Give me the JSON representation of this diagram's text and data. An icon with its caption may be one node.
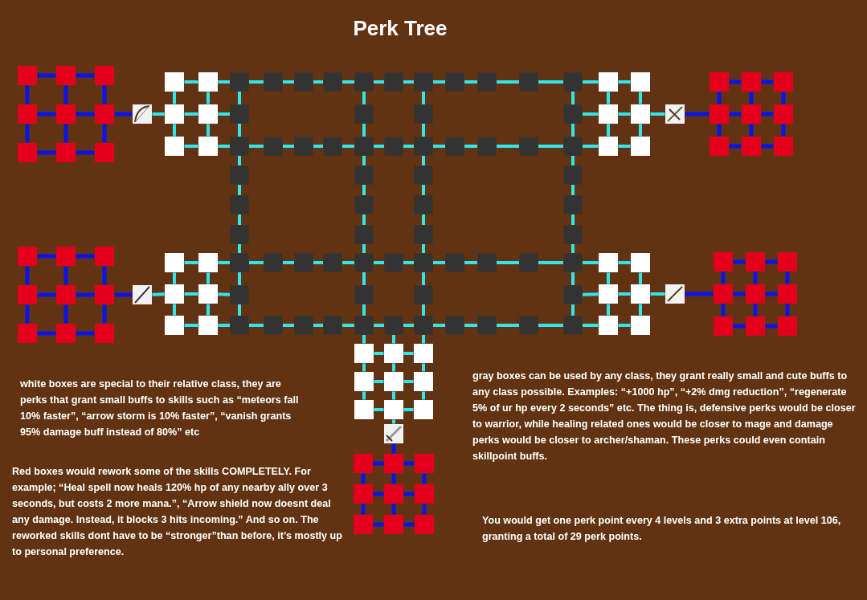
{
  "diagram": {
    "title": "Perk Tree",
    "nodes": [
      {
        "text": [],
        "shape": "box"
      },
      {
        "text": [],
        "shape": "box"
      },
      {
        "text": [],
        "shape": "box"
      },
      {
        "text": [],
        "shape": "box"
      },
      {
        "text": [],
        "shape": "box"
      },
      {
        "text": [],
        "shape": "box"
      },
      {
        "text": [],
        "shape": "box"
      },
      {
        "text": [],
        "shape": "box"
      },
      {
        "text": [],
        "shape": "box"
      },
      {
        "text": [],
        "shape": "picture"
      },
      {
        "text": [],
        "shape": "box"
      },
      {
        "text": [],
        "shape": "box"
      },
      {
        "text": [],
        "shape": "box"
      },
      {
        "text": [],
        "shape": "box"
      },
      {
        "text": [],
        "shape": "box"
      },
      {
        "text": [],
        "shape": "box"
      },
      {
        "text": [],
        "shape": "box"
      },
      {
        "text": [],
        "shape": "box"
      },
      {
        "text": [],
        "shape": "box"
      },
      {
        "text": [],
        "shape": "box"
      },
      {
        "text": [],
        "shape": "box"
      },
      {
        "text": [],
        "shape": "box"
      },
      {
        "text": [],
        "shape": "box"
      },
      {
        "text": [],
        "shape": "box"
      },
      {
        "text": [],
        "shape": "box"
      },
      {
        "text": [],
        "shape": "box"
      },
      {
        "text": [],
        "shape": "box"
      },
      {
        "text": [],
        "shape": "box"
      },
      {
        "text": [],
        "shape": "box"
      },
      {
        "text": [],
        "shape": "box"
      },
      {
        "text": [],
        "shape": "box"
      },
      {
        "text": [],
        "shape": "box"
      },
      {
        "text": [],
        "shape": "box"
      },
      {
        "text": [],
        "shape": "box"
      },
      {
        "text": [],
        "shape": "box"
      },
      {
        "text": [],
        "shape": "box"
      },
      {
        "text": [],
        "shape": "box"
      },
      {
        "text": [],
        "shape": "box"
      },
      {
        "text": [],
        "shape": "box"
      },
      {
        "text": [],
        "shape": "box"
      },
      {
        "text": [],
        "shape": "box"
      },
      {
        "text": [],
        "shape": "box"
      },
      {
        "text": [],
        "shape": "box"
      },
      {
        "text": [],
        "shape": "box"
      },
      {
        "text": [],
        "shape": "box"
      },
      {
        "text": [],
        "shape": "box"
      },
      {
        "text": [],
        "shape": "box"
      },
      {
        "text": [],
        "shape": "box"
      },
      {
        "text": [],
        "shape": "box"
      },
      {
        "text": [],
        "shape": "box"
      },
      {
        "text": [],
        "shape": "box"
      },
      {
        "text": [],
        "shape": "box"
      },
      {
        "text": [],
        "shape": "box"
      },
      {
        "text": [],
        "shape": "box"
      },
      {
        "text": [],
        "shape": "box"
      },
      {
        "text": [],
        "shape": "box"
      },
      {
        "text": [],
        "shape": "box"
      },
      {
        "text": [],
        "shape": "box"
      },
      {
        "text": [],
        "shape": "box"
      },
      {
        "text": [],
        "shape": "box"
      },
      {
        "text": [],
        "shape": "box"
      },
      {
        "text": [],
        "shape": "box"
      },
      {
        "text": [],
        "shape": "box"
      },
      {
        "text": [],
        "shape": "box"
      },
      {
        "text": [],
        "shape": "box"
      },
      {
        "text": [],
        "shape": "box"
      },
      {
        "text": [],
        "shape": "box"
      },
      {
        "text": [],
        "shape": "box"
      },
      {
        "text": [],
        "shape": "box"
      },
      {
        "text": [],
        "shape": "box"
      },
      {
        "text": [],
        "shape": "box"
      },
      {
        "text": [],
        "shape": "box"
      },
      {
        "text": [],
        "shape": "box"
      },
      {
        "text": [],
        "shape": "box"
      },
      {
        "text": [],
        "shape": "box"
      },
      {
        "text": [],
        "shape": "box"
      },
      {
        "text": [],
        "shape": "box"
      },
      {
        "text": [],
        "shape": "box"
      },
      {
        "text": [],
        "shape": "box"
      },
      {
        "text": [],
        "shape": "box"
      },
      {
        "text": [],
        "shape": "box"
      },
      {
        "text": [],
        "shape": "box"
      },
      {
        "text": [],
        "shape": "box"
      },
      {
        "text": [],
        "shape": "box"
      },
      {
        "text": [],
        "shape": "box"
      },
      {
        "text": [],
        "shape": "box"
      },
      {
        "text": [],
        "shape": "picture"
      },
      {
        "text": [],
        "shape": "box"
      },
      {
        "text": [],
        "shape": "box"
      },
      {
        "text": [],
        "shape": "box"
      },
      {
        "text": [],
        "shape": "box"
      },
      {
        "text": [],
        "shape": "box"
      },
      {
        "text": [],
        "shape": "box"
      },
      {
        "text": [],
        "shape": "box"
      },
      {
        "text": [],
        "shape": "box"
      },
      {
        "text": [],
        "shape": "box"
      },
      {
        "text": [],
        "shape": "box"
      },
      {
        "text": [],
        "shape": "box"
      },
      {
        "text": [],
        "shape": "box"
      },
      {
        "text": [],
        "shape": "box"
      },
      {
        "text": [],
        "shape": "box"
      },
      {
        "text": [],
        "shape": "box"
      },
      {
        "text": [],
        "shape": "box"
      },
      {
        "text": [],
        "shape": "box"
      },
      {
        "text": [],
        "shape": "box"
      },
      {
        "text": [],
        "shape": "picture"
      },
      {
        "text": [],
        "shape": "box"
      },
      {
        "text": [],
        "shape": "box"
      },
      {
        "text": [],
        "shape": "box"
      },
      {
        "text": [],
        "shape": "box"
      },
      {
        "text": [],
        "shape": "box"
      },
      {
        "text": [],
        "shape": "box"
      },
      {
        "text": [],
        "shape": "box"
      },
      {
        "text": [],
        "shape": "box"
      },
      {
        "text": [],
        "shape": "box"
      },
      {
        "text": [],
        "shape": "box"
      },
      {
        "text": [],
        "shape": "box"
      },
      {
        "text": [],
        "shape": "box"
      },
      {
        "text": [],
        "shape": "picture"
      },
      {
        "text": [],
        "shape": "box"
      },
      {
        "text": [],
        "shape": "box"
      },
      {
        "text": [],
        "shape": "box"
      },
      {
        "text": [],
        "shape": "box"
      },
      {
        "text": [],
        "shape": "box"
      },
      {
        "text": [],
        "shape": "box"
      },
      {
        "text": [],
        "shape": "box"
      },
      {
        "text": [],
        "shape": "box"
      },
      {
        "text": [],
        "shape": "box"
      },
      {
        "text": [],
        "shape": "box"
      },
      {
        "text": [],
        "shape": "box"
      },
      {
        "text": [],
        "shape": "box"
      },
      {
        "text": [],
        "shape": "box"
      },
      {
        "text": [],
        "shape": "box"
      },
      {
        "text": [],
        "shape": "box"
      },
      {
        "text": [],
        "shape": "box"
      },
      {
        "text": [],
        "shape": "box"
      },
      {
        "text": [],
        "shape": "box"
      },
      {
        "text": [],
        "shape": "picture"
      },
      {
        "text": [],
        "shape": "box"
      },
      {
        "text": [],
        "shape": "box"
      },
      {
        "text": [],
        "shape": "box"
      },
      {
        "text": [],
        "shape": "box"
      },
      {
        "text": [],
        "shape": "box"
      },
      {
        "text": [],
        "shape": "box"
      },
      {
        "text": [],
        "shape": "box"
      },
      {
        "text": [],
        "shape": "box"
      },
      {
        "text": [],
        "shape": "box"
      }
    ],
    "edges": [
      {
        "from": 0,
        "to": 1,
        "arrow": "none",
        "color": "#0a14e6"
      },
      {
        "from": 1,
        "to": 2,
        "arrow": "none",
        "color": "#0a14e6"
      },
      {
        "from": 3,
        "to": 4,
        "arrow": "none",
        "color": "#0a14e6"
      },
      {
        "from": 4,
        "to": 5,
        "arrow": "none",
        "color": "#0a14e6"
      },
      {
        "from": 6,
        "to": 7,
        "arrow": "none",
        "color": "#0a14e6"
      },
      {
        "from": 7,
        "to": 8,
        "arrow": "none",
        "color": "#0a14e6"
      },
      {
        "from": 0,
        "to": 3,
        "arrow": "none",
        "color": "#0a14e6"
      },
      {
        "from": 3,
        "to": 6,
        "arrow": "none",
        "color": "#0a14e6"
      },
      {
        "from": 1,
        "to": 4,
        "arrow": "none",
        "color": "#0a14e6"
      },
      {
        "from": 4,
        "to": 7,
        "arrow": "none",
        "color": "#0a14e6"
      },
      {
        "from": 2,
        "to": 5,
        "arrow": "none",
        "color": "#0a14e6"
      },
      {
        "from": 5,
        "to": 8,
        "arrow": "none",
        "color": "#0a14e6"
      },
      {
        "from": 5,
        "to": 9,
        "arrow": "none",
        "color": "#0a14e6"
      },
      {
        "from": 9,
        "to": 12,
        "arrow": "none"
      },
      {
        "from": 10,
        "to": 11,
        "arrow": "none"
      },
      {
        "from": 12,
        "to": 13,
        "arrow": "none"
      },
      {
        "from": 14,
        "to": 15,
        "arrow": "none"
      },
      {
        "from": 10,
        "to": 12,
        "arrow": "none"
      },
      {
        "from": 12,
        "to": 14,
        "arrow": "none"
      },
      {
        "from": 11,
        "to": 13,
        "arrow": "none"
      },
      {
        "from": 13,
        "to": 15,
        "arrow": "none"
      },
      {
        "from": 11,
        "to": 16,
        "arrow": "none"
      },
      {
        "from": 13,
        "to": 27,
        "arrow": "none"
      },
      {
        "from": 15,
        "to": 31,
        "arrow": "none"
      },
      {
        "from": 16,
        "to": 17,
        "arrow": "none"
      },
      {
        "from": 17,
        "to": 18,
        "arrow": "none"
      },
      {
        "from": 18,
        "to": 19,
        "arrow": "none"
      },
      {
        "from": 19,
        "to": 20,
        "arrow": "none"
      },
      {
        "from": 20,
        "to": 21,
        "arrow": "none"
      },
      {
        "from": 21,
        "to": 22,
        "arrow": "none"
      },
      {
        "from": 22,
        "to": 23,
        "arrow": "none"
      },
      {
        "from": 23,
        "to": 24,
        "arrow": "none"
      },
      {
        "from": 24,
        "to": 25,
        "arrow": "none"
      },
      {
        "from": 25,
        "to": 26,
        "arrow": "none"
      },
      {
        "from": 16,
        "to": 27,
        "arrow": "none"
      },
      {
        "from": 20,
        "to": 28,
        "arrow": "none"
      },
      {
        "from": 22,
        "to": 29,
        "arrow": "none"
      },
      {
        "from": 26,
        "to": 30,
        "arrow": "none"
      },
      {
        "from": 27,
        "to": 31,
        "arrow": "none"
      },
      {
        "from": 28,
        "to": 35,
        "arrow": "none"
      },
      {
        "from": 29,
        "to": 37,
        "arrow": "none"
      },
      {
        "from": 30,
        "to": 41,
        "arrow": "none"
      },
      {
        "from": 31,
        "to": 32,
        "arrow": "none"
      },
      {
        "from": 32,
        "to": 33,
        "arrow": "none"
      },
      {
        "from": 33,
        "to": 34,
        "arrow": "none"
      },
      {
        "from": 34,
        "to": 35,
        "arrow": "none"
      },
      {
        "from": 35,
        "to": 36,
        "arrow": "none"
      },
      {
        "from": 36,
        "to": 37,
        "arrow": "none"
      },
      {
        "from": 37,
        "to": 38,
        "arrow": "none"
      },
      {
        "from": 38,
        "to": 39,
        "arrow": "none"
      },
      {
        "from": 39,
        "to": 40,
        "arrow": "none"
      },
      {
        "from": 40,
        "to": 41,
        "arrow": "none"
      },
      {
        "from": 31,
        "to": 42,
        "arrow": "none"
      },
      {
        "from": 42,
        "to": 43,
        "arrow": "none"
      },
      {
        "from": 43,
        "to": 44,
        "arrow": "none"
      },
      {
        "from": 44,
        "to": 54,
        "arrow": "none"
      },
      {
        "from": 35,
        "to": 45,
        "arrow": "none"
      },
      {
        "from": 45,
        "to": 46,
        "arrow": "none"
      },
      {
        "from": 46,
        "to": 47,
        "arrow": "none"
      },
      {
        "from": 47,
        "to": 58,
        "arrow": "none"
      },
      {
        "from": 37,
        "to": 48,
        "arrow": "none"
      },
      {
        "from": 48,
        "to": 49,
        "arrow": "none"
      },
      {
        "from": 49,
        "to": 50,
        "arrow": "none"
      },
      {
        "from": 50,
        "to": 60,
        "arrow": "none"
      },
      {
        "from": 41,
        "to": 51,
        "arrow": "none"
      },
      {
        "from": 51,
        "to": 52,
        "arrow": "none"
      },
      {
        "from": 52,
        "to": 53,
        "arrow": "none"
      },
      {
        "from": 53,
        "to": 64,
        "arrow": "none"
      },
      {
        "from": 54,
        "to": 55,
        "arrow": "none"
      },
      {
        "from": 55,
        "to": 56,
        "arrow": "none"
      },
      {
        "from": 56,
        "to": 57,
        "arrow": "none"
      },
      {
        "from": 57,
        "to": 58,
        "arrow": "none"
      },
      {
        "from": 58,
        "to": 59,
        "arrow": "none"
      },
      {
        "from": 59,
        "to": 60,
        "arrow": "none"
      },
      {
        "from": 60,
        "to": 61,
        "arrow": "none"
      },
      {
        "from": 61,
        "to": 62,
        "arrow": "none"
      },
      {
        "from": 62,
        "to": 63,
        "arrow": "none"
      },
      {
        "from": 63,
        "to": 64,
        "arrow": "none"
      },
      {
        "from": 54,
        "to": 65,
        "arrow": "none"
      },
      {
        "from": 58,
        "to": 66,
        "arrow": "none"
      },
      {
        "from": 60,
        "to": 67,
        "arrow": "none"
      },
      {
        "from": 64,
        "to": 68,
        "arrow": "none"
      },
      {
        "from": 65,
        "to": 69,
        "arrow": "none"
      },
      {
        "from": 66,
        "to": 73,
        "arrow": "none"
      },
      {
        "from": 67,
        "to": 75,
        "arrow": "none"
      },
      {
        "from": 68,
        "to": 79,
        "arrow": "none"
      },
      {
        "from": 69,
        "to": 70,
        "arrow": "none"
      },
      {
        "from": 70,
        "to": 71,
        "arrow": "none"
      },
      {
        "from": 71,
        "to": 72,
        "arrow": "none"
      },
      {
        "from": 72,
        "to": 73,
        "arrow": "none"
      },
      {
        "from": 73,
        "to": 74,
        "arrow": "none"
      },
      {
        "from": 74,
        "to": 75,
        "arrow": "none"
      },
      {
        "from": 75,
        "to": 76,
        "arrow": "none"
      },
      {
        "from": 76,
        "to": 77,
        "arrow": "none"
      },
      {
        "from": 77,
        "to": 78,
        "arrow": "none"
      },
      {
        "from": 78,
        "to": 79,
        "arrow": "none"
      },
      {
        "from": 26,
        "to": 80,
        "arrow": "none"
      },
      {
        "from": 30,
        "to": 82,
        "arrow": "none"
      },
      {
        "from": 41,
        "to": 84,
        "arrow": "none"
      },
      {
        "from": 80,
        "to": 81,
        "arrow": "none"
      },
      {
        "from": 82,
        "to": 83,
        "arrow": "none"
      },
      {
        "from": 84,
        "to": 85,
        "arrow": "none"
      },
      {
        "from": 80,
        "to": 82,
        "arrow": "none"
      },
      {
        "from": 82,
        "to": 84,
        "arrow": "none"
      },
      {
        "from": 81,
        "to": 83,
        "arrow": "none"
      },
      {
        "from": 83,
        "to": 85,
        "arrow": "none"
      },
      {
        "from": 83,
        "to": 86,
        "arrow": "none"
      },
      {
        "from": 86,
        "to": 90,
        "arrow": "none",
        "color": "#0a14e6"
      },
      {
        "from": 87,
        "to": 88,
        "arrow": "none",
        "color": "#0a14e6"
      },
      {
        "from": 88,
        "to": 89,
        "arrow": "none",
        "color": "#0a14e6"
      },
      {
        "from": 90,
        "to": 91,
        "arrow": "none",
        "color": "#0a14e6"
      },
      {
        "from": 91,
        "to": 92,
        "arrow": "none",
        "color": "#0a14e6"
      },
      {
        "from": 93,
        "to": 94,
        "arrow": "none",
        "color": "#0a14e6"
      },
      {
        "from": 94,
        "to": 95,
        "arrow": "none",
        "color": "#0a14e6"
      },
      {
        "from": 87,
        "to": 90,
        "arrow": "none",
        "color": "#0a14e6"
      },
      {
        "from": 90,
        "to": 93,
        "arrow": "none",
        "color": "#0a14e6"
      },
      {
        "from": 88,
        "to": 91,
        "arrow": "none",
        "color": "#0a14e6"
      },
      {
        "from": 91,
        "to": 94,
        "arrow": "none",
        "color": "#0a14e6"
      },
      {
        "from": 89,
        "to": 92,
        "arrow": "none",
        "color": "#0a14e6"
      },
      {
        "from": 92,
        "to": 95,
        "arrow": "none",
        "color": "#0a14e6"
      },
      {
        "from": 96,
        "to": 97,
        "arrow": "none",
        "color": "#0a14e6"
      },
      {
        "from": 97,
        "to": 98,
        "arrow": "none",
        "color": "#0a14e6"
      },
      {
        "from": 99,
        "to": 100,
        "arrow": "none",
        "color": "#0a14e6"
      },
      {
        "from": 100,
        "to": 101,
        "arrow": "none",
        "color": "#0a14e6"
      },
      {
        "from": 102,
        "to": 103,
        "arrow": "none",
        "color": "#0a14e6"
      },
      {
        "from": 103,
        "to": 104,
        "arrow": "none",
        "color": "#0a14e6"
      },
      {
        "from": 96,
        "to": 99,
        "arrow": "none",
        "color": "#0a14e6"
      },
      {
        "from": 99,
        "to": 102,
        "arrow": "none",
        "color": "#0a14e6"
      },
      {
        "from": 97,
        "to": 100,
        "arrow": "none",
        "color": "#0a14e6"
      },
      {
        "from": 100,
        "to": 103,
        "arrow": "none",
        "color": "#0a14e6"
      },
      {
        "from": 98,
        "to": 101,
        "arrow": "none",
        "color": "#0a14e6"
      },
      {
        "from": 101,
        "to": 104,
        "arrow": "none",
        "color": "#0a14e6"
      },
      {
        "from": 101,
        "to": 105,
        "arrow": "none",
        "color": "#0a14e6"
      },
      {
        "from": 105,
        "to": 108,
        "arrow": "none"
      },
      {
        "from": 106,
        "to": 107,
        "arrow": "none"
      },
      {
        "from": 108,
        "to": 109,
        "arrow": "none"
      },
      {
        "from": 110,
        "to": 111,
        "arrow": "none"
      },
      {
        "from": 106,
        "to": 108,
        "arrow": "none"
      },
      {
        "from": 108,
        "to": 110,
        "arrow": "none"
      },
      {
        "from": 107,
        "to": 109,
        "arrow": "none"
      },
      {
        "from": 109,
        "to": 111,
        "arrow": "none"
      },
      {
        "from": 107,
        "to": 54,
        "arrow": "none"
      },
      {
        "from": 109,
        "to": 65,
        "arrow": "none"
      },
      {
        "from": 111,
        "to": 69,
        "arrow": "none"
      },
      {
        "from": 64,
        "to": 112,
        "arrow": "none"
      },
      {
        "from": 68,
        "to": 114,
        "arrow": "none"
      },
      {
        "from": 79,
        "to": 116,
        "arrow": "none"
      },
      {
        "from": 112,
        "to": 113,
        "arrow": "none"
      },
      {
        "from": 114,
        "to": 115,
        "arrow": "none"
      },
      {
        "from": 116,
        "to": 117,
        "arrow": "none"
      },
      {
        "from": 112,
        "to": 114,
        "arrow": "none"
      },
      {
        "from": 114,
        "to": 116,
        "arrow": "none"
      },
      {
        "from": 113,
        "to": 115,
        "arrow": "none"
      },
      {
        "from": 115,
        "to": 117,
        "arrow": "none"
      },
      {
        "from": 115,
        "to": 118,
        "arrow": "none"
      },
      {
        "from": 118,
        "to": 122,
        "arrow": "none",
        "color": "#0a14e6"
      },
      {
        "from": 119,
        "to": 120,
        "arrow": "none",
        "color": "#0a14e6"
      },
      {
        "from": 120,
        "to": 121,
        "arrow": "none",
        "color": "#0a14e6"
      },
      {
        "from": 122,
        "to": 123,
        "arrow": "none",
        "color": "#0a14e6"
      },
      {
        "from": 123,
        "to": 124,
        "arrow": "none",
        "color": "#0a14e6"
      },
      {
        "from": 125,
        "to": 126,
        "arrow": "none",
        "color": "#0a14e6"
      },
      {
        "from": 126,
        "to": 127,
        "arrow": "none",
        "color": "#0a14e6"
      },
      {
        "from": 119,
        "to": 122,
        "arrow": "none",
        "color": "#0a14e6"
      },
      {
        "from": 122,
        "to": 125,
        "arrow": "none",
        "color": "#0a14e6"
      },
      {
        "from": 120,
        "to": 123,
        "arrow": "none",
        "color": "#0a14e6"
      },
      {
        "from": 123,
        "to": 126,
        "arrow": "none",
        "color": "#0a14e6"
      },
      {
        "from": 121,
        "to": 124,
        "arrow": "none",
        "color": "#0a14e6"
      },
      {
        "from": 124,
        "to": 127,
        "arrow": "none",
        "color": "#0a14e6"
      },
      {
        "from": 73,
        "to": 128,
        "arrow": "none"
      },
      {
        "from": 74,
        "to": 129,
        "arrow": "none"
      },
      {
        "from": 75,
        "to": 130,
        "arrow": "none"
      },
      {
        "from": 128,
        "to": 129,
        "arrow": "none"
      },
      {
        "from": 129,
        "to": 130,
        "arrow": "none"
      },
      {
        "from": 131,
        "to": 132,
        "arrow": "none"
      },
      {
        "from": 132,
        "to": 133,
        "arrow": "none"
      },
      {
        "from": 134,
        "to": 135,
        "arrow": "none"
      },
      {
        "from": 135,
        "to": 136,
        "arrow": "none"
      },
      {
        "from": 128,
        "to": 131,
        "arrow": "none"
      },
      {
        "from": 131,
        "to": 134,
        "arrow": "none"
      },
      {
        "from": 129,
        "to": 132,
        "arrow": "none"
      },
      {
        "from": 132,
        "to": 135,
        "arrow": "none"
      },
      {
        "from": 130,
        "to": 133,
        "arrow": "none"
      },
      {
        "from": 133,
        "to": 136,
        "arrow": "none"
      },
      {
        "from": 135,
        "to": 137,
        "arrow": "none"
      },
      {
        "from": 137,
        "to": 139,
        "arrow": "none",
        "color": "#0a14e6"
      },
      {
        "from": 138,
        "to": 139,
        "arrow": "none",
        "color": "#0a14e6"
      },
      {
        "from": 139,
        "to": 140,
        "arrow": "none",
        "color": "#0a14e6"
      },
      {
        "from": 141,
        "to": 142,
        "arrow": "none",
        "color": "#0a14e6"
      },
      {
        "from": 142,
        "to": 143,
        "arrow": "none",
        "color": "#0a14e6"
      },
      {
        "from": 144,
        "to": 145,
        "arrow": "none",
        "color": "#0a14e6"
      },
      {
        "from": 145,
        "to": 146,
        "arrow": "none",
        "color": "#0a14e6"
      },
      {
        "from": 138,
        "to": 141,
        "arrow": "none",
        "color": "#0a14e6"
      },
      {
        "from": 141,
        "to": 144,
        "arrow": "none",
        "color": "#0a14e6"
      },
      {
        "from": 139,
        "to": 142,
        "arrow": "none",
        "color": "#0a14e6"
      },
      {
        "from": 142,
        "to": 145,
        "arrow": "none",
        "color": "#0a14e6"
      },
      {
        "from": 140,
        "to": 143,
        "arrow": "none",
        "color": "#0a14e6"
      },
      {
        "from": 143,
        "to": 146,
        "arrow": "none",
        "color": "#0a14e6"
      }
    ],
    "labels": [
      "white boxes are special to their relative class, they are perks that grant small buffs to skills such as “meteors fall 10% faster”, “arrow storm is 10% faster”, “vanish grants 95% damage buff instead of 80%” etc",
      "Red boxes would rework some of the skills COMPLETELY. For example; “Heal spell now heals 120% hp of any nearby ally over 3 seconds, but costs 2 more mana.”, “Arrow shield now doesnt deal any damage. Instead, it blocks 3 hits incoming.” And so on. The reworked skills dont have to be “stronger”than before, it’s mostly up to personal preference.",
      "gray boxes can be used by any class, they grant really small and cute buffs to any class possible. Examples: “+1000 hp”, “+2% dmg reduction”, “regenerate 5% of ur hp every 2 seconds” etc. The thing is, defensive perks would be closer to warrior, while healing related ones would be closer to mage and damage perks would be closer to archer/shaman. These perks could even contain skillpoint buffs.",
      "You would get one perk point every 4 levels and 3 extra points at level 106, granting a total of 29 perk points."
    ]
  }
}
